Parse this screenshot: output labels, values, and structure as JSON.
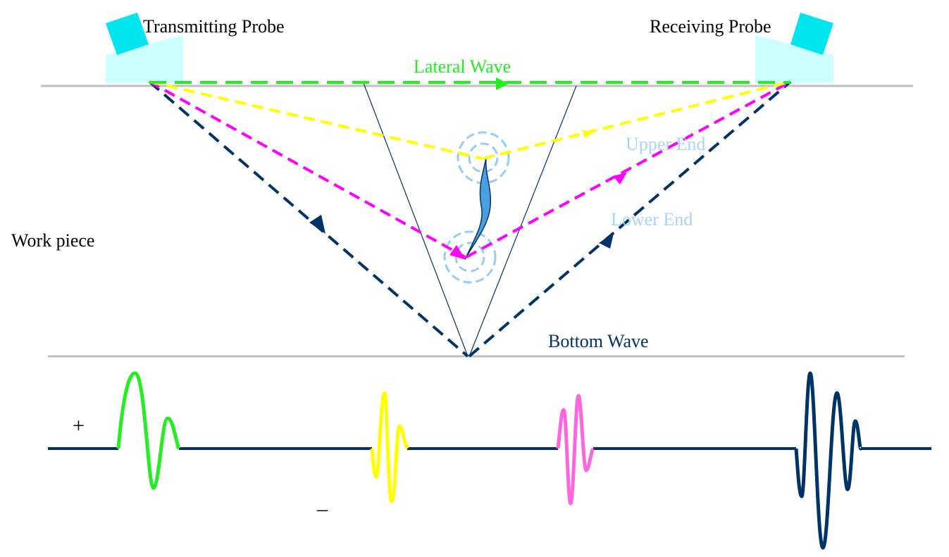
{
  "labels": {
    "transmitting_probe": "Transmitting Probe",
    "receiving_probe": "Receiving Probe",
    "lateral_wave": "Lateral Wave",
    "upper_end": "Upper End",
    "lower_end": "Lower End",
    "work_piece": "Work piece",
    "bottom_wave": "Bottom Wave",
    "plus": "+",
    "minus": "–"
  },
  "colors": {
    "lateral": "#22ee22",
    "upper": "#ffff00",
    "lower": "#ff00ff",
    "bottom": "#003366",
    "probe_body": "#ccffff",
    "probe_crystal": "#00e5ee",
    "crack": "#4a9fe0",
    "diffraction_ring": "#99ccf5",
    "surface_line": "#c0c0c0",
    "label_light": "#a9d4f5",
    "pink_signal": "#ff66dd"
  }
}
